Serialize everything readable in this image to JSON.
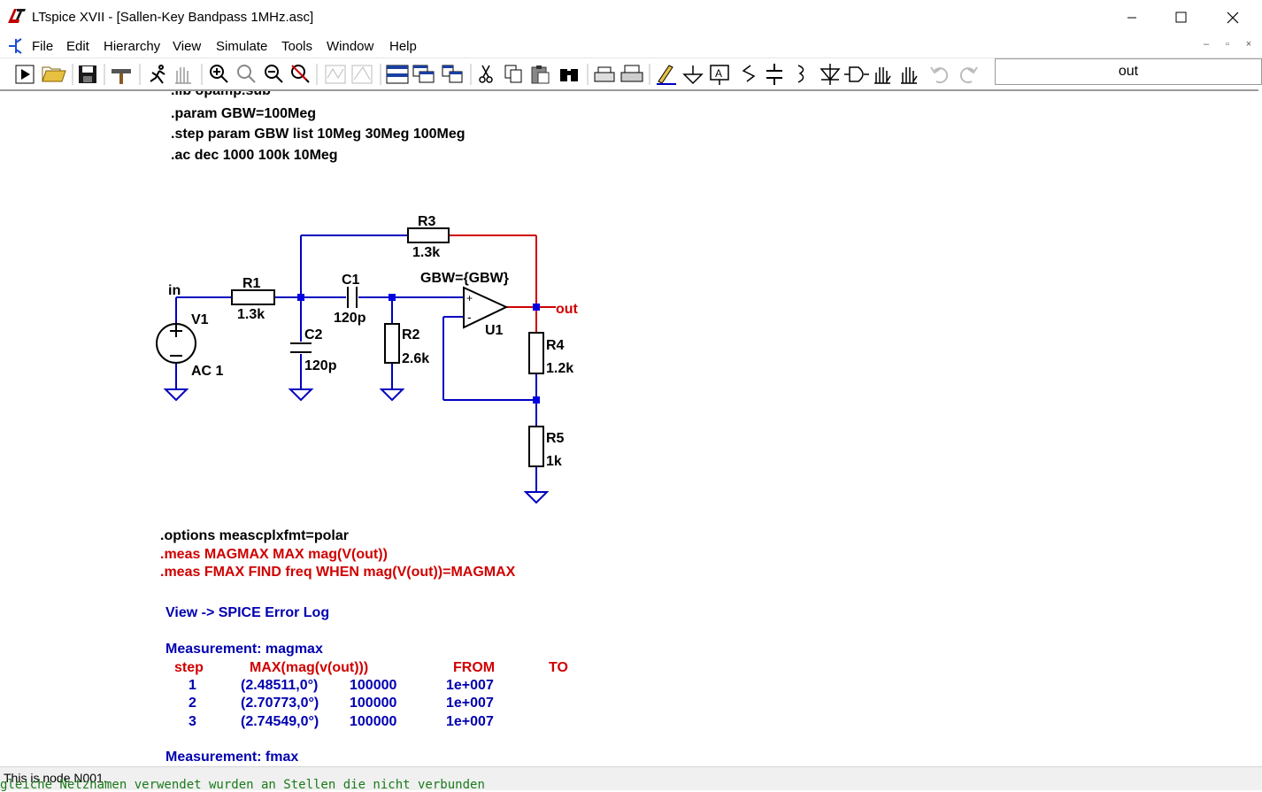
{
  "window": {
    "title": "LTspice XVII - [Sallen-Key Bandpass 1MHz.asc]",
    "controls": [
      "minimize",
      "maximize",
      "close"
    ]
  },
  "menu": {
    "items": [
      "File",
      "Edit",
      "Hierarchy",
      "View",
      "Simulate",
      "Tools",
      "Window",
      "Help"
    ]
  },
  "toolbar": {
    "icons": [
      "run-icon",
      "open-icon",
      "save-icon",
      "control-panel-icon",
      "run-man-icon",
      "pan-hand-icon",
      "zoom-in-icon",
      "zoom-fit-icon",
      "zoom-out-icon",
      "zoom-cancel-icon",
      "waveform-icon",
      "waveform-alt-icon",
      "tile-horizontal-icon",
      "cascade-icon",
      "tile-vertical-icon",
      "cut-icon",
      "copy-icon",
      "paste-icon",
      "find-icon",
      "print-preview-icon",
      "print-icon",
      "draw-wire-icon",
      "ground-icon",
      "label-net-icon",
      "resistor-icon",
      "capacitor-icon",
      "inductor-icon",
      "diode-icon",
      "component-icon",
      "move-hand-icon",
      "drag-hand-icon",
      "undo-icon",
      "redo-icon"
    ],
    "net_name_value": "out"
  },
  "schematic": {
    "directives_top": {
      "partial": ".lib opamp.sub",
      "line1": ".param GBW=100Meg",
      "line2": ".step param GBW list 10Meg  30Meg 100Meg",
      "line3": ".ac dec 1000 100k 10Meg"
    },
    "components": {
      "R1": {
        "name": "R1",
        "value": "1.3k"
      },
      "R2": {
        "name": "R2",
        "value": "2.6k"
      },
      "R3": {
        "name": "R3",
        "value": "1.3k"
      },
      "R4": {
        "name": "R4",
        "value": "1.2k"
      },
      "R5": {
        "name": "R5",
        "value": "1k"
      },
      "C1": {
        "name": "C1",
        "value": "120p"
      },
      "C2": {
        "name": "C2",
        "value": "120p"
      },
      "V1": {
        "name": "V1",
        "value": "AC 1"
      },
      "U1": {
        "name": "U1",
        "param": "GBW={GBW}"
      }
    },
    "net_labels": {
      "in": "in",
      "out": "out"
    },
    "options_line": ".options meascplxfmt=polar",
    "meas_lines": [
      ".meas MAGMAX MAX mag(V(out))",
      ".meas FMAX FIND freq WHEN  mag(V(out))=MAGMAX"
    ],
    "hint": "View -> SPICE Error Log",
    "measurement_title": "Measurement: magmax",
    "measurement_headers": [
      "step",
      "MAX(mag(v(out)))",
      "FROM",
      "TO"
    ],
    "measurement_rows": [
      [
        "1",
        "(2.48511,0°)",
        "100000",
        "1e+007"
      ],
      [
        "2",
        "(2.70773,0°)",
        "100000",
        "1e+007"
      ],
      [
        "3",
        "(2.74549,0°)",
        "100000",
        "1e+007"
      ]
    ],
    "measurement2_title": "Measurement: fmax"
  },
  "status": {
    "text": "This is node N001.",
    "bleed_text": "gleiche Netznamen verwendet wurden an Stellen die nicht verbunden"
  },
  "colors": {
    "wire_blue": "#0000c0",
    "wire_red": "#d00000",
    "text_blue": "#0000b0",
    "text_red": "#d00000",
    "node_square": "#0000e0"
  }
}
